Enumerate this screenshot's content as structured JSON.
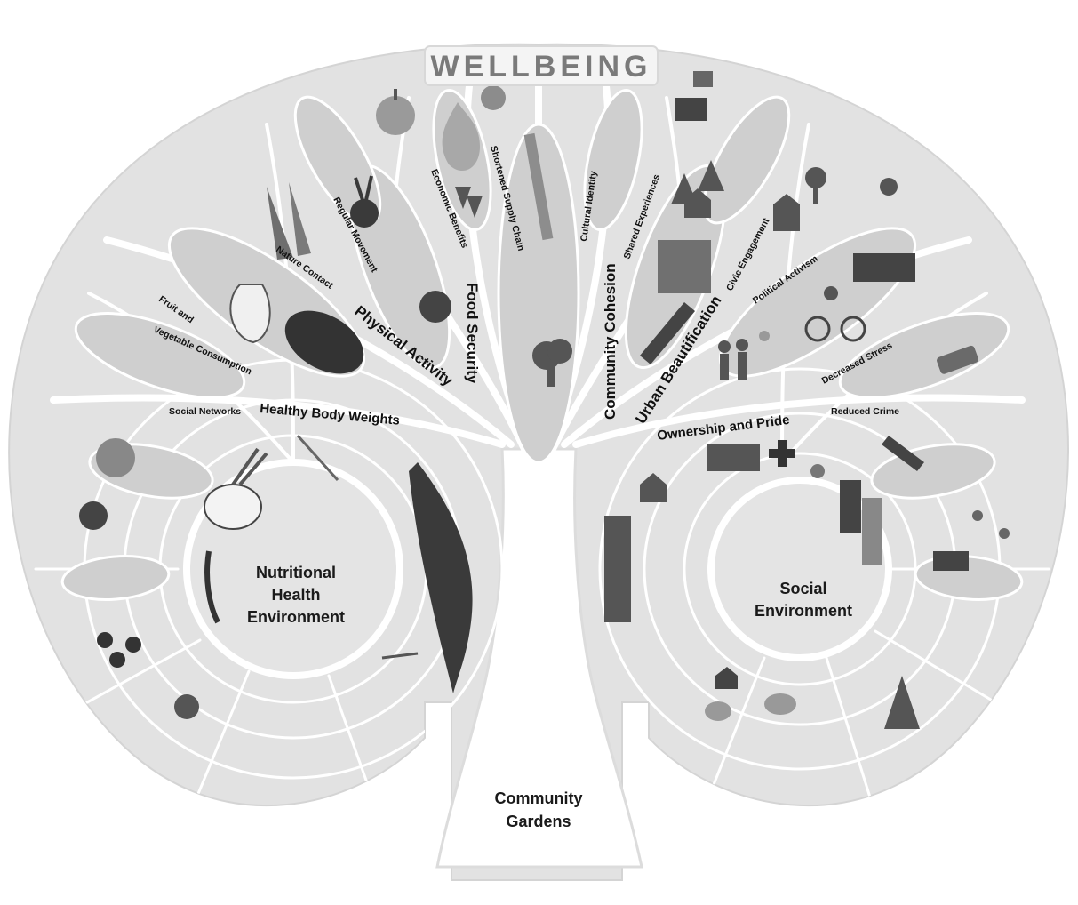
{
  "title": "WELLBEING",
  "labels": {
    "social_networks": "Social Networks",
    "healthy_body_weights": "Healthy Body Weights",
    "fruit_and_vegetable_consumption_line1": "Fruit and",
    "fruit_and_vegetable_consumption_line2": "Vegetable Consumption",
    "nature_contact": "Nature Contact",
    "regular_movement": "Regular Movement",
    "physical_activity": "Physical Activity",
    "economic_benefits": "Economic Benefits",
    "shortened_supply_chain": "Shortened Supply Chain",
    "food_security": "Food Security",
    "cultural_identity": "Cultural Identity",
    "community_cohesion": "Community Cohesion",
    "shared_experiences": "Shared Experiences",
    "civic_engagement": "Civic Engagement",
    "urban_beautification": "Urban Beautification",
    "political_activism": "Political Activism",
    "ownership_and_pride": "Ownership and Pride",
    "decreased_stress": "Decreased Stress",
    "reduced_crime": "Reduced Crime"
  },
  "hubs": {
    "nutritional": [
      "Nutritional",
      "Health",
      "Environment"
    ],
    "social": [
      "Social",
      "Environment"
    ],
    "trunk": [
      "Community",
      "Gardens"
    ]
  },
  "icons": [
    "apple-icon",
    "pear-icon",
    "strawberry-icon",
    "beet-icon",
    "carrot-icon",
    "eggplant-icon",
    "bok-choy-icon",
    "tomato-icon",
    "broccoli-icon",
    "leek-icon",
    "garlic-icon",
    "fennel-icon",
    "kale-icon",
    "herb-icon",
    "chili-icon",
    "cherries-icon",
    "house-icon",
    "tree-icon",
    "building-icon",
    "skyscraper-icon",
    "cyclist-icon",
    "people-icon",
    "book-icon",
    "bus-icon",
    "medical-cross-icon",
    "chat-bubble-icon",
    "flower-icon",
    "road-icon"
  ]
}
